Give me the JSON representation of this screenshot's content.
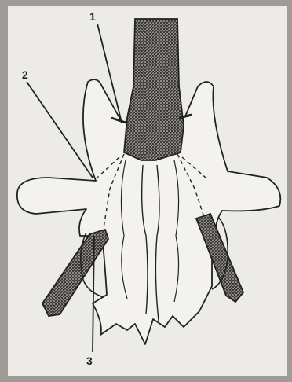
{
  "labels": {
    "l1": "1",
    "l2": "2",
    "l3": "3"
  },
  "colors": {
    "paper": "#ecebe7",
    "border": "#9f9c98",
    "ink": "#222222",
    "stipple_dark": "#3d3b39",
    "stipple_light": "#8d8a86"
  }
}
